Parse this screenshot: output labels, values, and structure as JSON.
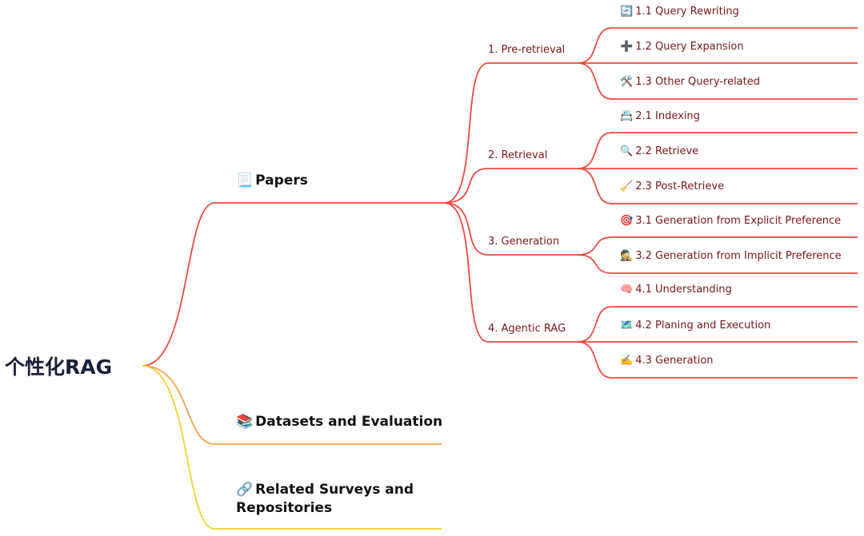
{
  "root": {
    "label": "个性化RAG"
  },
  "branches": [
    {
      "icon": "📃",
      "label": "Papers"
    },
    {
      "icon": "📚",
      "label": "Datasets and Evaluation"
    },
    {
      "icon": "🔗",
      "label": "Related Surveys and Repositories"
    }
  ],
  "papers": [
    {
      "label": "1. Pre-retrieval",
      "children": [
        {
          "icon": "🔄",
          "label": "1.1 Query Rewriting"
        },
        {
          "icon": "➕",
          "label": "1.2 Query Expansion"
        },
        {
          "icon": "🛠️",
          "label": "1.3 Other Query-related"
        }
      ]
    },
    {
      "label": "2. Retrieval",
      "children": [
        {
          "icon": "📇",
          "label": "2.1 Indexing"
        },
        {
          "icon": "🔍",
          "label": "2.2 Retrieve"
        },
        {
          "icon": "🧹",
          "label": "2.3 Post-Retrieve"
        }
      ]
    },
    {
      "label": "3. Generation",
      "children": [
        {
          "icon": "🎯",
          "label": "3.1 Generation from Explicit Preference"
        },
        {
          "icon": "🕵️",
          "label": "3.2 Generation from Implicit Preference"
        }
      ]
    },
    {
      "label": "4. Agentic RAG",
      "children": [
        {
          "icon": "🧠",
          "label": "4.1 Understanding"
        },
        {
          "icon": "🗺️",
          "label": "4.2 Planing and Execution"
        },
        {
          "icon": "✍️",
          "label": "4.3 Generation"
        }
      ]
    }
  ],
  "colors": {
    "red": "#ef4a3f",
    "orange": "#f4a14b",
    "yellow": "#f2d22e"
  }
}
